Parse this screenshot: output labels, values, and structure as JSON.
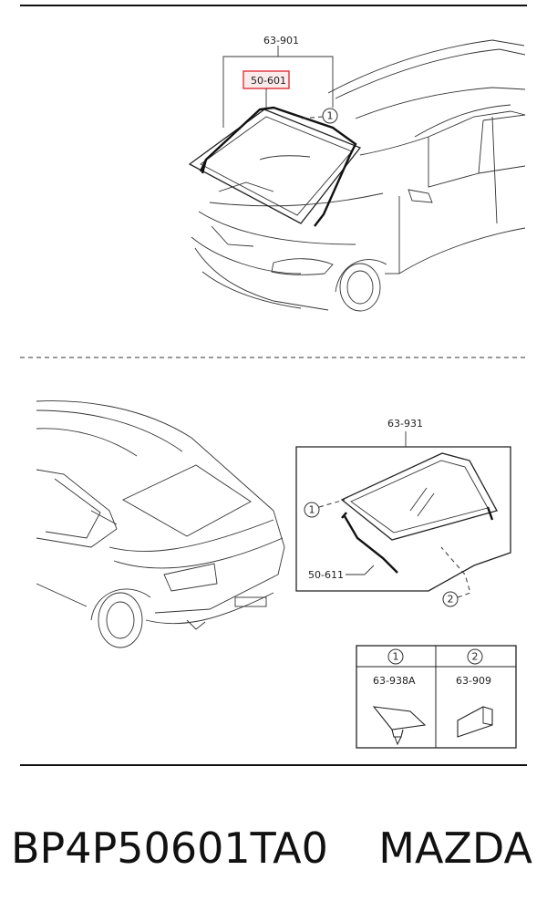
{
  "diagram": {
    "front": {
      "assembly_label": "63-901",
      "highlighted_label": "50-601",
      "highlight_color": "#e0303a",
      "callout": "1"
    },
    "rear": {
      "assembly_label": "63-931",
      "molding_label": "50-611",
      "callout_1": "1",
      "callout_2": "2"
    },
    "legend": {
      "col1_num": "1",
      "col1_part": "63-938A",
      "col2_num": "2",
      "col2_part": "63-909"
    }
  },
  "caption": {
    "part_number": "BP4P50601TA0",
    "brand": "MAZDA"
  }
}
